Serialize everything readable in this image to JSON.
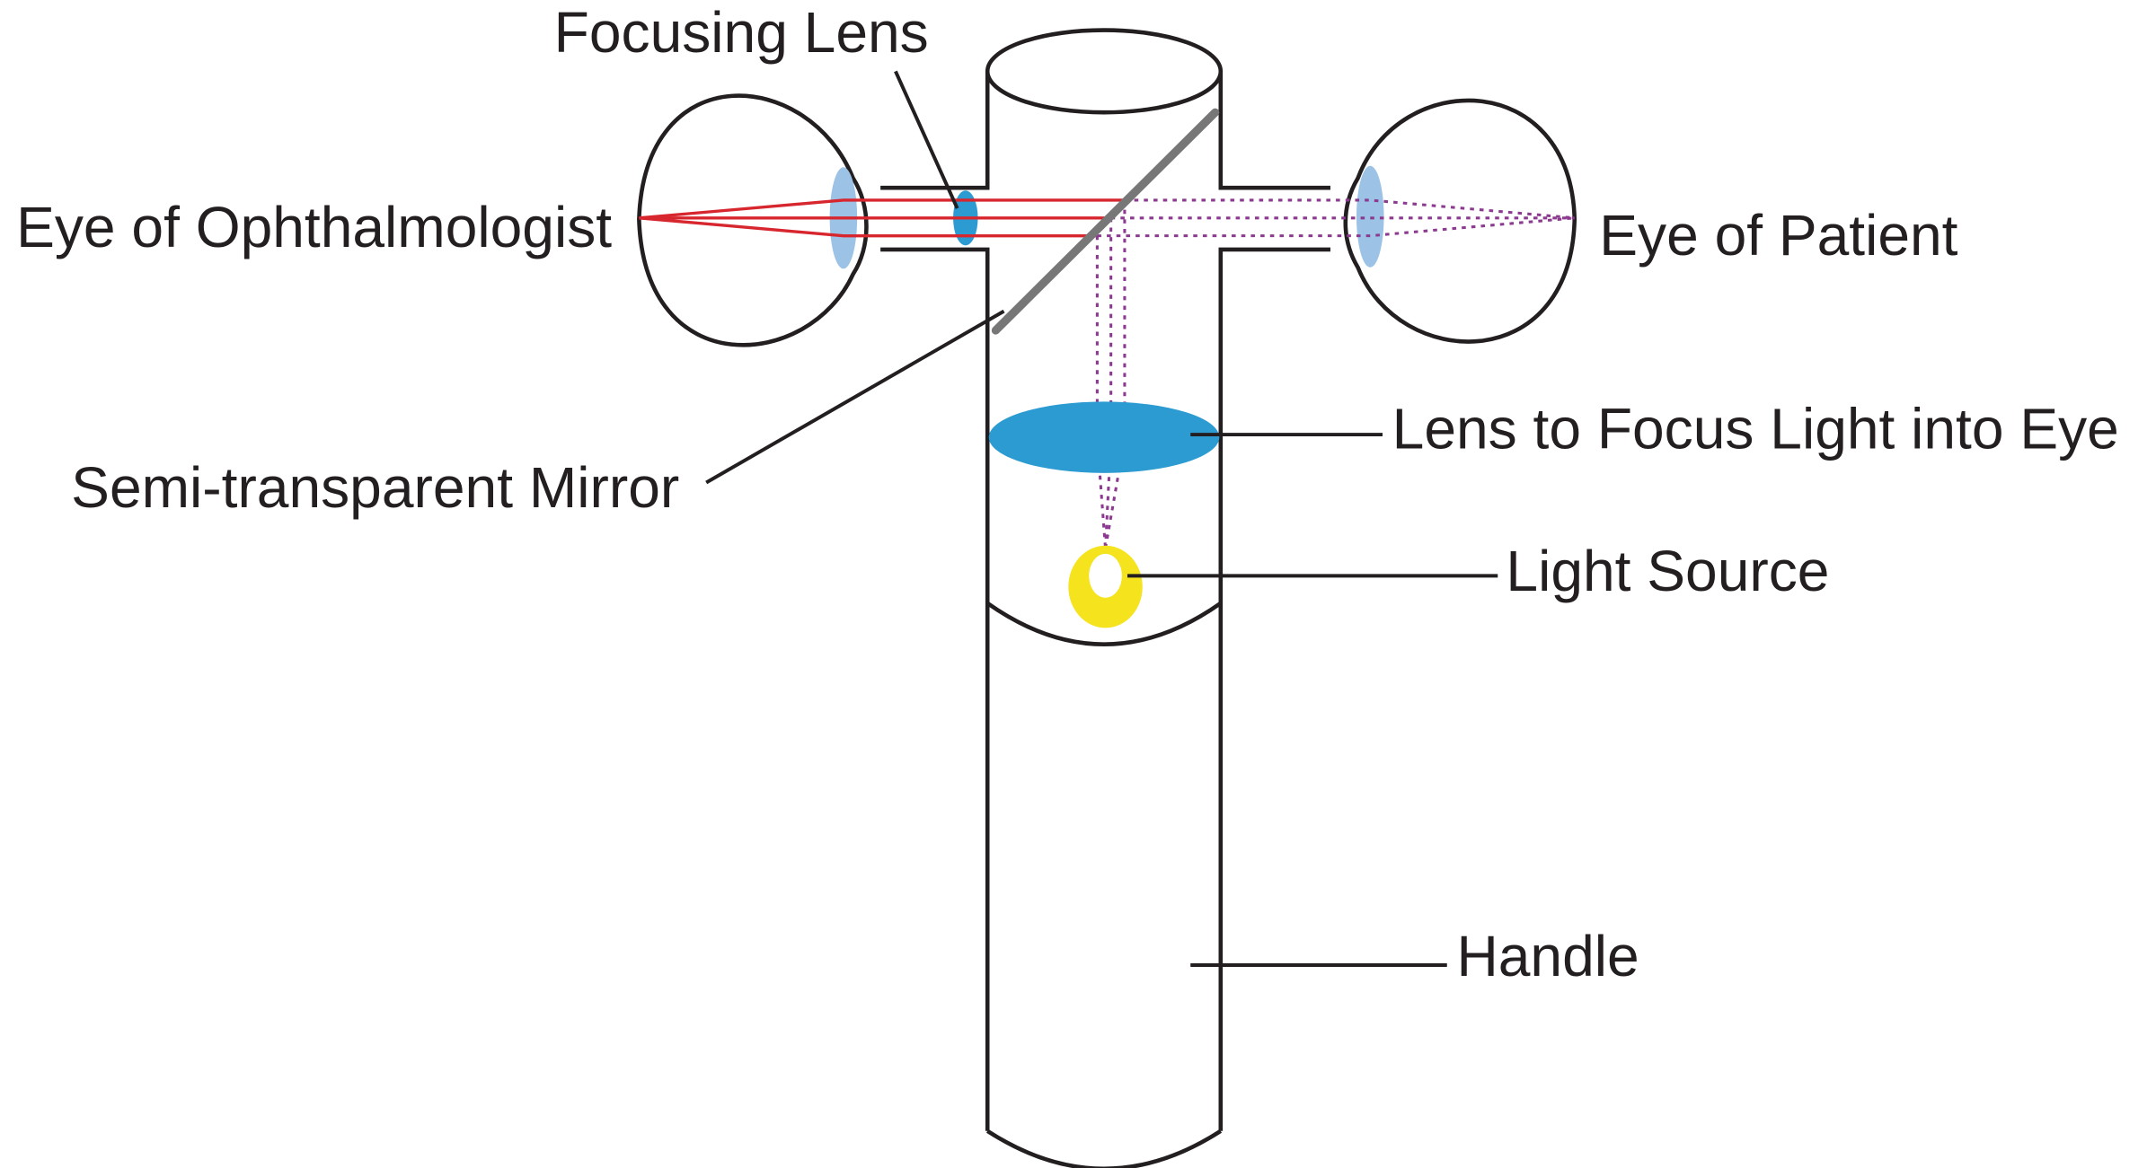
{
  "diagram": {
    "title": "Direct ophthalmoscope optical path",
    "labels": {
      "focusing_lens": "Focusing Lens",
      "eye_ophthalmologist": "Eye of Ophthalmologist",
      "eye_patient": "Eye of Patient",
      "lens_focus": "Lens to Focus Light into Eye",
      "mirror": "Semi-transparent Mirror",
      "light_source": "Light Source",
      "handle": "Handle"
    },
    "colors": {
      "outline": "#231f20",
      "red_ray": "#d7262e",
      "dotted_ray": "#8b3a8f",
      "eye_lens": "#9cc3e6",
      "focus_lens": "#2b9bd2",
      "mirror": "#777777",
      "light_source": "#f4e31d"
    }
  }
}
